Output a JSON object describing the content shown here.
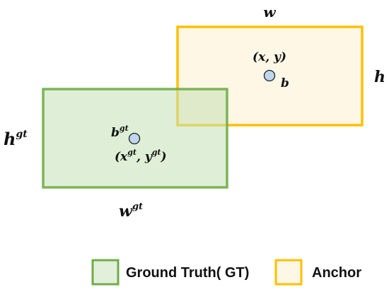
{
  "colors": {
    "gt_stroke": "#70AD47",
    "gt_fill": "#E2EFDA",
    "anchor_stroke": "#FFC000",
    "anchor_fill": "#FFF7E6",
    "center_fill": "#BDD7EE",
    "center_stroke": "#1F1F1F"
  },
  "labels": {
    "anchor_width": "w",
    "anchor_height": "h",
    "anchor_center_name": "b",
    "anchor_center_coords": "(x, y)",
    "gt_width_base": "w",
    "gt_width_sup": "gt",
    "gt_height_base": "h",
    "gt_height_sup": "gt",
    "gt_center_base": "b",
    "gt_center_sup": "gt",
    "gt_coords_open": "(",
    "gt_coords_x": "x",
    "gt_coords_x_sup": "gt",
    "gt_coords_sep": ", ",
    "gt_coords_y": "y",
    "gt_coords_y_sup": "gt",
    "gt_coords_close": ")"
  },
  "legend": {
    "gt_label": "Ground Truth( GT)",
    "anchor_label": "Anchor"
  }
}
